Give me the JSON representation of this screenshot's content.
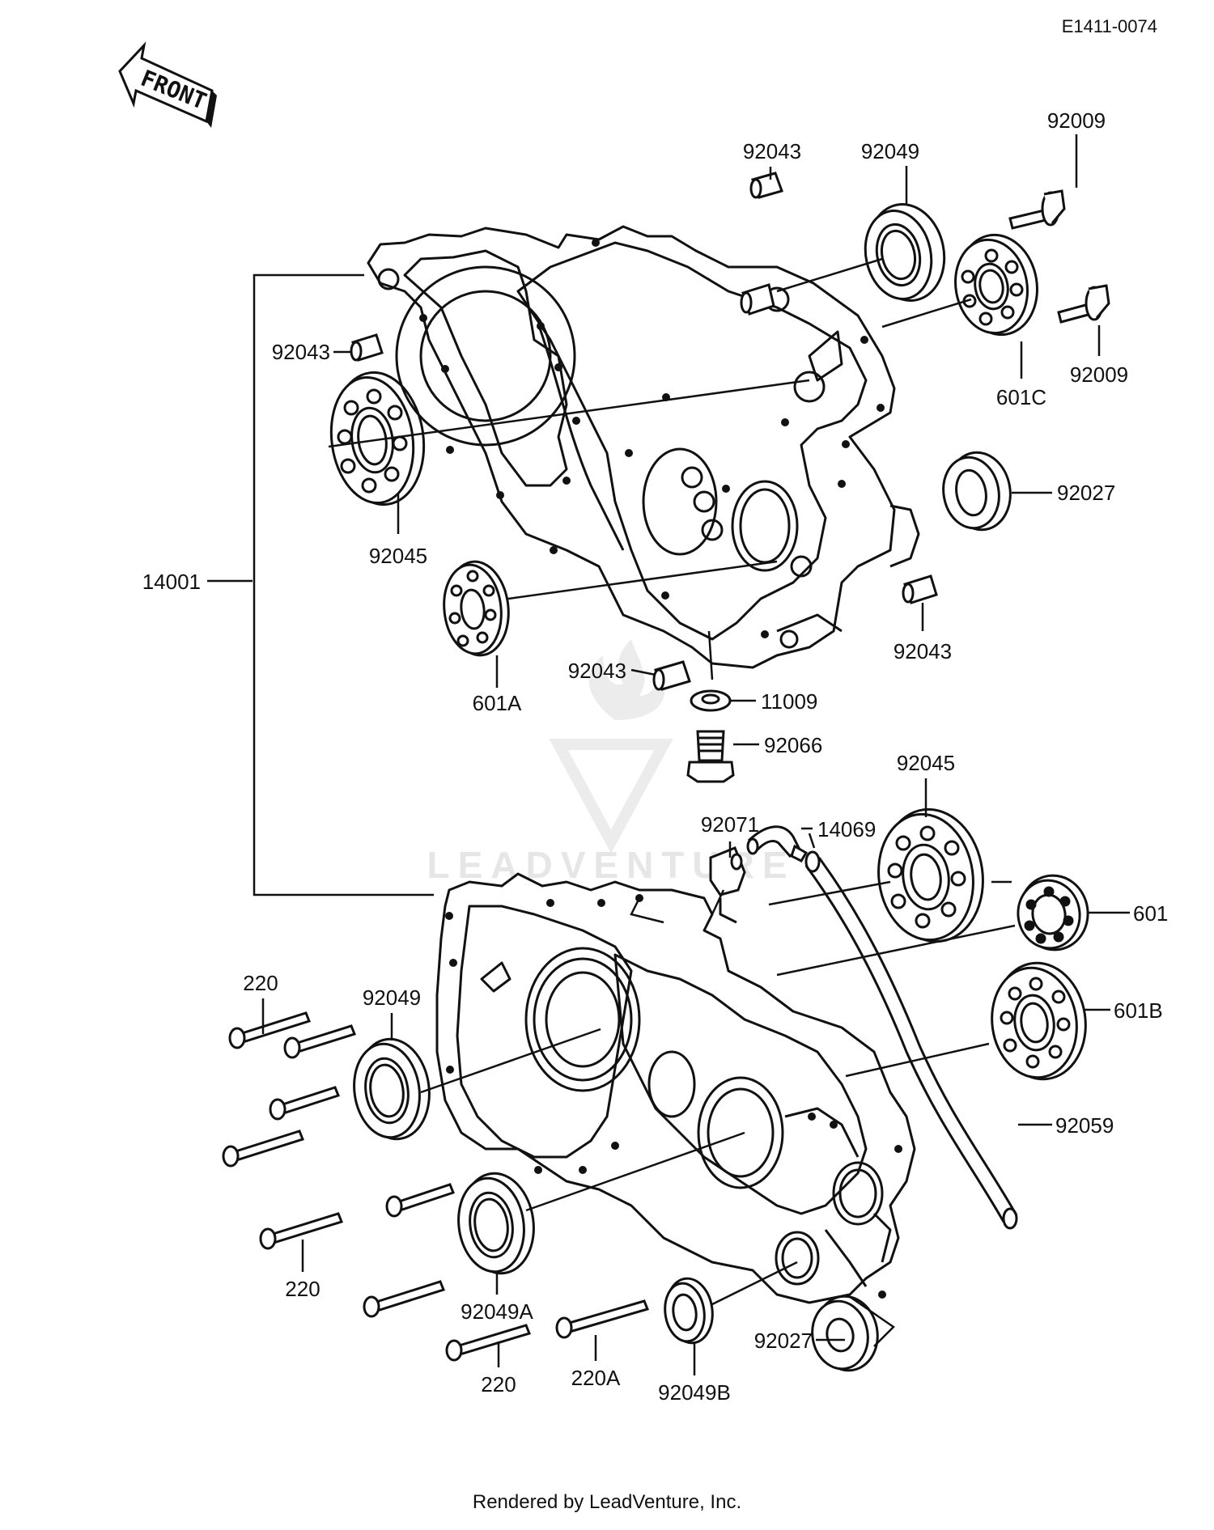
{
  "diagram": {
    "code": "E1411-0074",
    "front_label": "FRONT",
    "watermark": "LEADVENTURE",
    "footer": "Rendered by LeadVenture, Inc.",
    "labels": {
      "l14001": "14001",
      "l92043a": "92043",
      "l92049a": "92049",
      "l92009a": "92009",
      "l92043b": "92043",
      "l601c": "601C",
      "l92009b": "92009",
      "l92045a": "92045",
      "l92027a": "92027",
      "l601a": "601A",
      "l92043c": "92043",
      "l92043d": "92043",
      "l11009": "11009",
      "l92066": "92066",
      "l92045b": "92045",
      "l92071": "92071",
      "l14069": "14069",
      "l601": "601",
      "l601b": "601B",
      "l220a": "220",
      "l92049b": "92049",
      "l92059": "92059",
      "l220b": "220",
      "l92049a2": "92049A",
      "l92027b": "92027",
      "l220c": "220",
      "l220a2": "220A",
      "l92049b2": "92049B"
    }
  },
  "colors": {
    "ink": "#111111",
    "watermark": "#e6e6e6",
    "background": "#ffffff"
  }
}
